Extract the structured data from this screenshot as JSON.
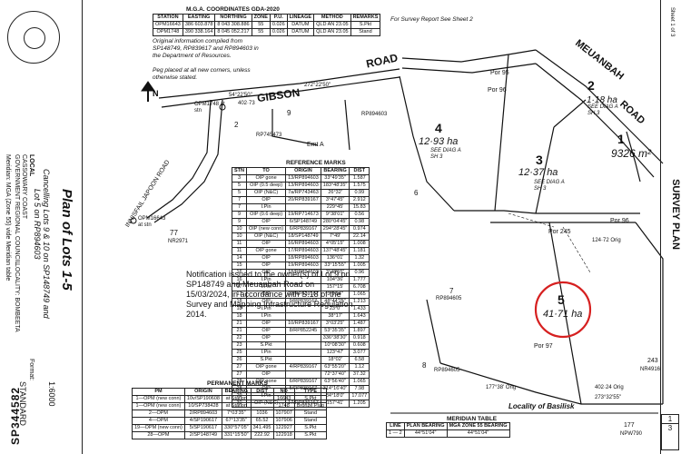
{
  "title_block": {
    "plan_title": "Plan of Lots 1-5",
    "cancelling": "Cancelling Lots 9 & 10 on SP148749 and",
    "cancelling2": "Lot 5 on RP894603",
    "local_gov_label": "LOCAL",
    "local_gov_name": "CASSOWARY COAST",
    "local_gov_type": "GOVERNMENT  REGIONAL COUNCIL",
    "locality": "LOCALITY: BOMBEETA",
    "meridian": "Meridian: MGA (Zone 55) vide Meridian table",
    "format_label": "Format:",
    "format_value": "STANDARD",
    "scale": "1:6000",
    "plan_number": "SP344582"
  },
  "mga": {
    "heading": "M.G.A. COORDINATES GDA-2020",
    "headers": [
      "STATION",
      "EASTING",
      "NORTHING",
      "ZONE",
      "P.U.",
      "LINEAGE",
      "METHOD",
      "REMARKS"
    ],
    "rows": [
      [
        "OPM16643",
        "386 603.878",
        "8 043 308.886",
        "55",
        "0.026",
        "DATUM",
        "QLD AN 23.05",
        "S.Pkt"
      ],
      [
        "OPM1748",
        "390 338.164",
        "8 045 052.217",
        "55",
        "0.026",
        "DATUM",
        "QLD AN 23.05",
        "Stand"
      ]
    ]
  },
  "survey_report": "For Survey Report See Sheet 2",
  "original_info": [
    "Original information compiled from",
    "SP148749, RP839617 and RP894603 in",
    "the Department of Resources.",
    "",
    "Peg placed at all new corners, unless",
    "otherwise stated."
  ],
  "ref_marks": {
    "heading": "REFERENCE MARKS",
    "headers": [
      "STN",
      "TO",
      "ORIGIN",
      "BEARING",
      "DIST"
    ],
    "rows": [
      [
        "3",
        "OIP gone",
        "13/RP894603",
        "33°49'35\"",
        "1.587"
      ],
      [
        "5",
        "OIP (0.5 deep)",
        "13/RP894603",
        "183°48'35\"",
        "1.575"
      ],
      [
        "5",
        "OIP (N&C)",
        "7a/RP743463",
        "26°32'",
        "0.99"
      ],
      [
        "7",
        "OIP",
        "20/RP839167",
        "3°47'45\"",
        "2.912"
      ],
      [
        "7",
        "I.Pin",
        "",
        "229°45'",
        "15.83"
      ],
      [
        "9",
        "OIP (0.6 deep)",
        "19/RP714673",
        "9°38'01\"",
        "0.56"
      ],
      [
        "9",
        "OIP",
        "6/SP148749",
        "280°04'45\"",
        "0.98"
      ],
      [
        "10",
        "OIP (new conn)",
        "6/RP839167",
        "294°28'45\"",
        "0.974"
      ],
      [
        "10",
        "OIP (N&C)",
        "18/SP148749",
        "7°49'",
        "22.14"
      ],
      [
        "11",
        "OIP",
        "16/RP894603",
        "4°05'15\"",
        "1.008"
      ],
      [
        "11",
        "OIP gone",
        "17/RP894603",
        "137°48'45\"",
        "1.181"
      ],
      [
        "14",
        "OIP",
        "18/RP894603",
        "136°01'",
        "1.32"
      ],
      [
        "15",
        "OIP",
        "19/RP894603",
        "33°15'55\"",
        "1.005"
      ],
      [
        "16",
        "OIP",
        "18/RP894603",
        "3°48'55\"",
        "0.96"
      ],
      [
        "16",
        "I.Pin",
        "",
        "104°36'",
        "1.777"
      ],
      [
        "17",
        "I.Pin",
        "",
        "157°15'",
        "6.708"
      ],
      [
        "17",
        "OIP",
        "22/RP839167",
        "3°9'54\"",
        "1.065"
      ],
      [
        "18",
        "OIP",
        "9/RP839167",
        "48°44'25\"",
        "1.213"
      ],
      [
        "18",
        "I.Pin",
        "",
        "23°0'",
        "1.433"
      ],
      [
        "18",
        "I.Pin",
        "",
        "38°17'",
        "1.643"
      ],
      [
        "21",
        "OIP",
        "10/RP839167",
        "3°03'25\"",
        "1.487"
      ],
      [
        "21",
        "OIP",
        "8/RP852245",
        "53°35'35\"",
        "1.897"
      ],
      [
        "22",
        "OIP",
        "",
        "336°38'30\"",
        "0.918"
      ],
      [
        "23",
        "S.Pkt",
        "",
        "10°08'30\"",
        "0.608"
      ],
      [
        "25",
        "I.Pin",
        "",
        "123°47'",
        "3.077"
      ],
      [
        "26",
        "S.Pkt",
        "",
        "18°02'",
        "6.58"
      ],
      [
        "27",
        "OIP gone",
        "4/RP839167",
        "63°55'20\"",
        "1.12"
      ],
      [
        "27",
        "OIP",
        "",
        "72°37'40\"",
        "37.32"
      ],
      [
        "28",
        "OIP gone",
        "6/RP839167",
        "63°56'40\"",
        "1.065"
      ],
      [
        "28",
        "OIP",
        "5/RP839167",
        "314°16'40\"",
        "7.98"
      ],
      [
        "29",
        "I.Pin",
        "",
        "84°18'0\"",
        "17.077"
      ],
      [
        "30",
        "OIP (N&C)",
        "17/RP839167",
        "157°41'",
        "1.205"
      ]
    ]
  },
  "notification": "Notification issued to the owner(s) of Lot 9 on SP148749 and Meuanbah Road on 15/03/2024, in accordance with S.18 of the Survey and Mapping Infrastructure Regulation 2014.",
  "permanent_marks": {
    "heading": "PERMANENT MARKS",
    "headers": [
      "PM",
      "ORIGIN",
      "BEARING",
      "DIST",
      "NO",
      "TYPE"
    ],
    "rows": [
      [
        "1—OPM (new conn)",
        "10v/SP190608",
        "at Station",
        "",
        "16643",
        "S.Pkt"
      ],
      [
        "1—OPM (new conn)",
        "10/SP738428",
        "at Station",
        "",
        "1748",
        "Bronze Plug"
      ],
      [
        "2—OPM",
        "2/RP894603",
        "7°03'35\"",
        "1036",
        "107907",
        "Stand"
      ],
      [
        "4—OPM",
        "4/SP190617",
        "67°13'35\"",
        "65.52",
        "107906",
        "Stand"
      ],
      [
        "19—OPM (new conn)",
        "5/SP190617",
        "330°57'05\"",
        "341.495",
        "122927",
        "S.Pkt"
      ],
      [
        "28—OPM",
        "2/SP148749",
        "331°15'50\"",
        "222.92",
        "122918",
        "S.Pkt"
      ]
    ]
  },
  "meridian_table": {
    "heading": "MERIDIAN TABLE",
    "headers": [
      "LINE",
      "PLAN BEARING",
      "MGA ZONE 55 BEARING"
    ],
    "rows": [
      [
        "1 — 2",
        "44°51'04\"",
        "44°51'04\""
      ]
    ]
  },
  "map": {
    "roads": [
      "GIBSON",
      "ROAD",
      "MEUANBAH",
      "ROAD",
      "INNISFAIL JAPOON ROAD",
      "SURVEY PLAN"
    ],
    "locality_label": "Locality of Basilisk",
    "lots": [
      {
        "num": "1",
        "area": "9326 m²"
      },
      {
        "num": "2",
        "area": "1·18 ha"
      },
      {
        "num": "3",
        "area": "12·37 ha"
      },
      {
        "num": "4",
        "area": "12·93 ha"
      },
      {
        "num": "5",
        "area": "41·71 ha"
      }
    ],
    "diag_refs": [
      "SEE DIAG A SH 3",
      "SEE DIAG A SH 3",
      "SEE DIAG A SH 3"
    ],
    "parcels": [
      "Por 95",
      "Por 96",
      "Por 96",
      "Por 245",
      "Por 97",
      "177",
      "NPW790",
      "243",
      "NR4916",
      "RP894605",
      "RP894605",
      "77",
      "NR2971",
      "RP745473",
      "RP894603",
      "Emt A"
    ],
    "lot_neighbours": [
      "2",
      "9",
      "7",
      "8",
      "6"
    ],
    "opm_labels": [
      "OPM1748 at stn",
      "OPM16643 at stn"
    ],
    "bearings": [
      "54°22'50\"",
      "402·73",
      "272°22'50\"",
      "177°38' Orig",
      "402·24 Orig",
      "273°32'55\"",
      "124·72 Orig"
    ],
    "colors": {
      "ink": "#111111",
      "highlight": "#d62020"
    }
  },
  "right_strip": {
    "sheet_label": "Sheet 1 of 3",
    "sheet_of": "1",
    "sheet_total": "3"
  }
}
